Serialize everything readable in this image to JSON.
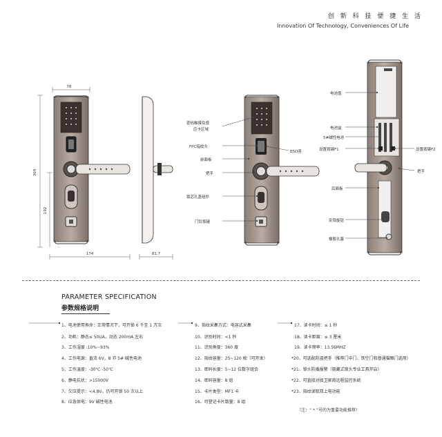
{
  "header": {
    "slogan_cn": "创 新 科 技   便 捷 生 活",
    "slogan_en": "Innovation Of Technology,  Conveniences Of Life"
  },
  "dimensions": {
    "top_width": "78",
    "height_total": "369",
    "height_lower": "192",
    "bottom_width": "174",
    "depth": "81.7"
  },
  "front_callouts": [
    "密码触摸及感",
    "应卡区域",
    "FPC指纹头",
    "前面板",
    "把手",
    "锁芯孔盖组件",
    "门铃按键",
    "ESD座"
  ],
  "back_callouts": [
    "电池盖",
    "电池盒",
    "5#碱性电池",
    "设置按键F1",
    "设置按键F2",
    "把手",
    "后面板",
    "反锁旋钮",
    "橡胶孔塞"
  ],
  "parameters": {
    "title_en": "PARAMETER SPECIFICATION",
    "title_cn": "参数规格说明",
    "col1": [
      "1、电池使用寿命：正常情况下，可开锁 6 千至 1 万次",
      "2、功耗：静态≤ 50UA，动态 200mA 左右",
      "3、工作湿度 :10%~93%",
      "4、工作电源：直流 6V，8 节 5# 碱性电池",
      "5、工作温度：-30℃ -50℃",
      "6、静电抗扰：>15000V",
      "7、欠压提示：<4.8V，仍可开锁 50 次以上",
      "8、应急供电：9V 碱性电池"
    ],
    "col2": [
      "9、指纹采集方式：电容式采集",
      "10、识别时间：<1 秒",
      "11、识别角度：360 度",
      "12、指纹容量：25~120 枚（可开发）",
      "13、密码长度：5~12 位数字组合",
      "14、密码容量：8 组",
      "15、卡片类型：MF1 卡",
      "16、可登记卡片数量：8 组"
    ],
    "col3": [
      "17、读卡时间：≤ 1 秒",
      "18、读卡距离：≤ 3 厘米",
      "19、读卡频率：13.56MHZ",
      "*20、可选配防盗把手（推荐门中门、铁空门和普通猫眼门选用）",
      "*21、锁头防撬报警（隐藏式锁头专业工具开启）",
      "*22、可直接对接卫家商远程监控系统",
      "*23、指纹读取双上电功能"
    ],
    "note": "（注：“ * ”号的为重要功能推荐）"
  }
}
